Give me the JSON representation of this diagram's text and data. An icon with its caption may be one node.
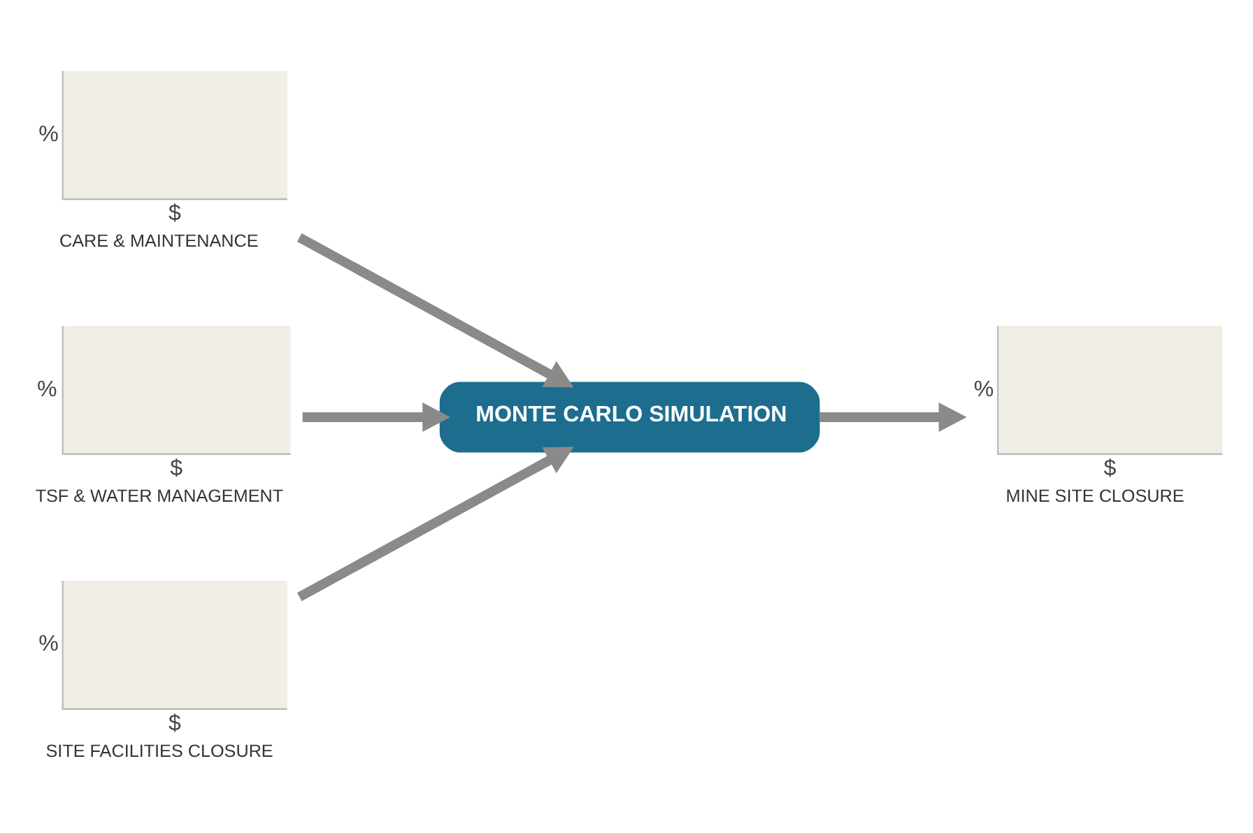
{
  "diagram": {
    "nodes": [
      {
        "text": [
          "CARE & MAINTENANCE"
        ],
        "beside": [
          "%",
          "$"
        ]
      },
      {
        "text": [
          "TSF & WATER MANAGEMENT"
        ],
        "beside": [
          "%",
          "$"
        ]
      },
      {
        "text": [
          "SITE FACILITIES CLOSURE"
        ],
        "beside": [
          "%",
          "$"
        ]
      },
      {
        "text": [
          "MONTE CARLO SIMULATION"
        ]
      },
      {
        "text": [
          "MINE SITE CLOSURE"
        ],
        "beside": [
          "%",
          "$"
        ]
      }
    ],
    "edges": [
      {
        "from": 0,
        "to": 3,
        "arrow": "to"
      },
      {
        "from": 1,
        "to": 3,
        "arrow": "to"
      },
      {
        "from": 2,
        "to": 3,
        "arrow": "to"
      },
      {
        "from": 3,
        "to": 4,
        "arrow": "to"
      }
    ]
  }
}
